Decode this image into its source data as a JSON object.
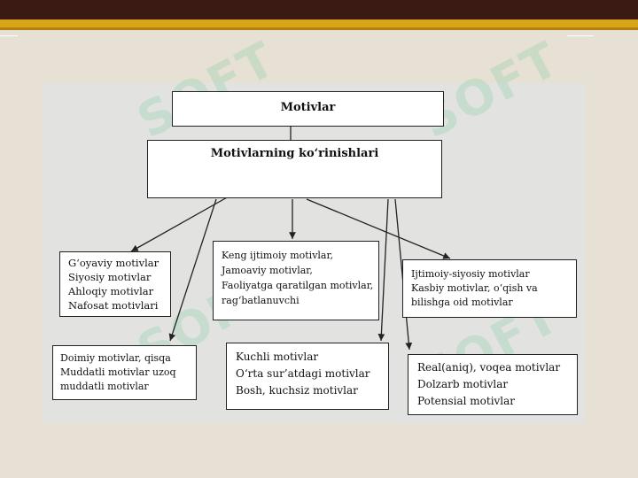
{
  "diagram": {
    "root": "Motivlar",
    "subtitle": "Motivlarning ko‘rinishlari",
    "groups": [
      {
        "lines": [
          "G‘oyaviy motivlar",
          "Siyosiy motivlar",
          "Ahloqiy motivlar",
          "Nafosat motivlari"
        ]
      },
      {
        "lines": [
          "Keng ijtimoiy motivlar,",
          "Jamoaviy motivlar,",
          "Faoliyatga qaratilgan motivlar,",
          "rag‘batlanuvchi"
        ]
      },
      {
        "lines": [
          "Ijtimoiy-siyosiy motivlar",
          "Kasbiy motivlar, o‘qish va",
          "bilishga oid motivlar"
        ]
      },
      {
        "lines": [
          "Doimiy motivlar, qisqa",
          "Muddatli motivlar uzoq",
          "muddatli motivlar"
        ]
      },
      {
        "lines": [
          "Kuchli motivlar",
          "O‘rta sur’atdagi motivlar",
          "Bosh, kuchsiz motivlar"
        ]
      },
      {
        "lines": [
          "Real(aniq), voqea motivlar",
          "Dolzarb motivlar",
          "Potensial motivlar"
        ]
      }
    ]
  },
  "watermark": "SOFT",
  "colors": {
    "topbar": "#3a1a12",
    "stripe": "#d8a418",
    "background": "#e6e1d4",
    "panel": "#e2e2e0"
  }
}
